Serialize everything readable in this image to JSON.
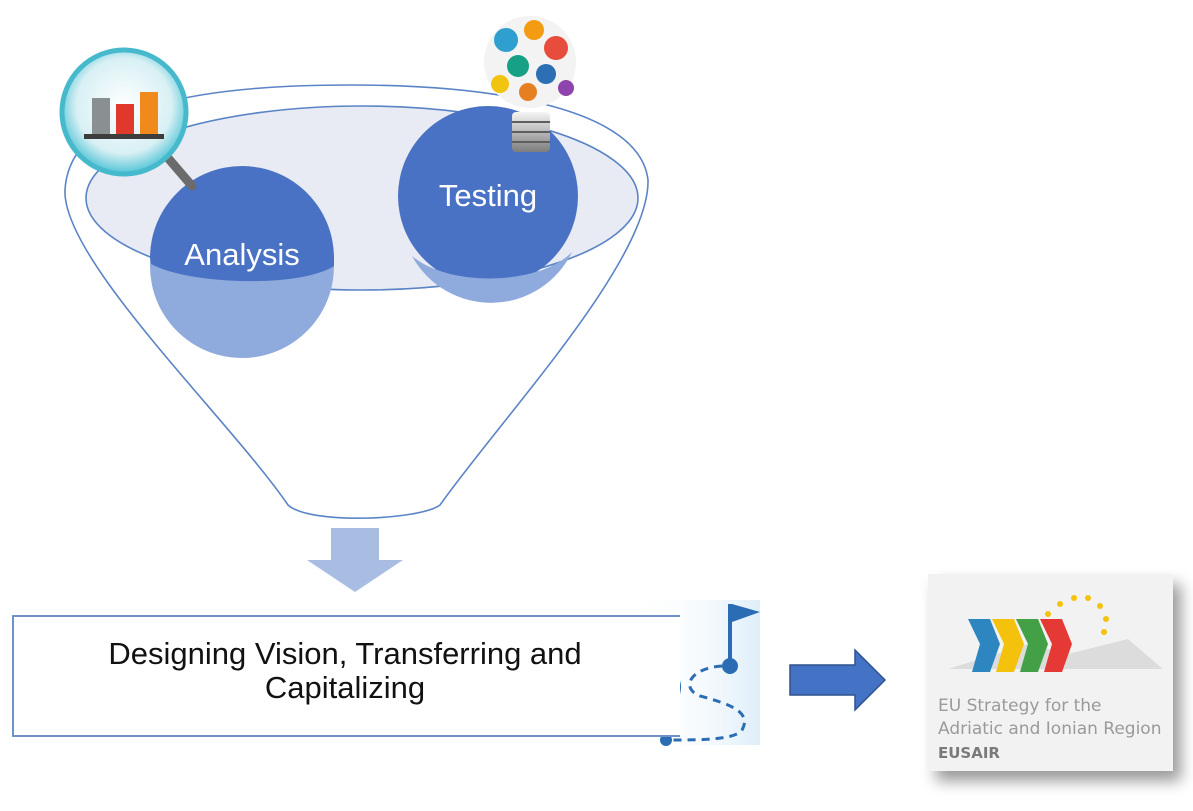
{
  "funnel": {
    "stages": [
      {
        "label": "Analysis"
      },
      {
        "label": "Testing"
      }
    ],
    "output_label": "Designing Vision, Transferring and Capitalizing"
  },
  "logo": {
    "line1": "EU Strategy for the",
    "line2": "Adriatic and Ionian Region",
    "acronym": "EUSAIR"
  },
  "colors": {
    "bubble": "#4a72c4",
    "bubble_lower": "#8faadc",
    "funnel_stroke": "#5b84c6",
    "arrow_down": "#a9bde3",
    "arrow_right": "#4472c4"
  }
}
